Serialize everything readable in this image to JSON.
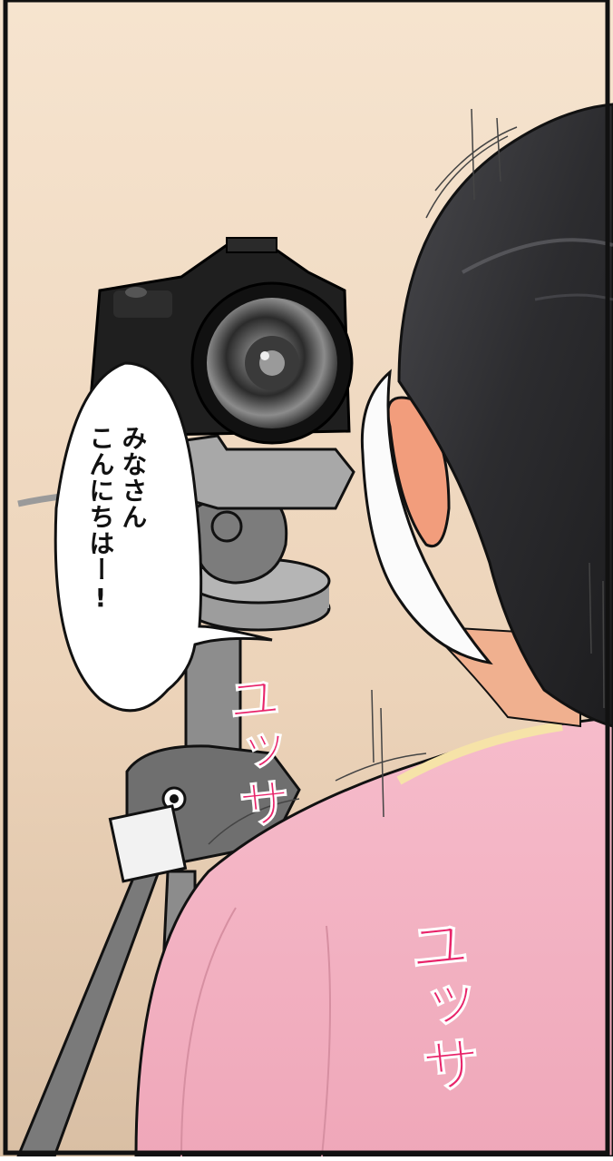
{
  "speech_bubble": {
    "line_1": "みなさん",
    "line_2": "こんにちはー!"
  },
  "sound_effects": {
    "sfx_1": "ユッサ",
    "sfx_2": "ユッサ"
  },
  "colors": {
    "background_wall": "#f2dcc4",
    "shirt_pink": "#f4b3c2",
    "hair": "#2e2e30",
    "camera_body": "#1b1b1b",
    "tripod": "#8a8a8a",
    "sfx_pink": "#e8246a",
    "panel_border": "#111111"
  },
  "icons": [
    "camera-icon",
    "tripod-icon",
    "speech-bubble-icon"
  ]
}
